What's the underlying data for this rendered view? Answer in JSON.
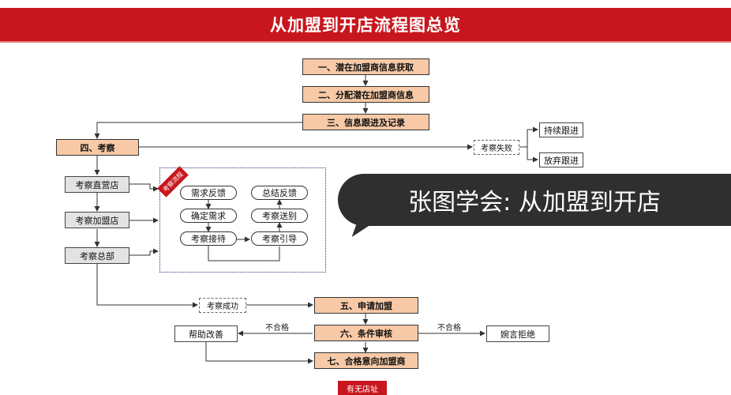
{
  "title": "从加盟到开店流程图总览",
  "steps": {
    "s1": "一、潜在加盟商信息获取",
    "s2": "二、分配潜在加盟商信息",
    "s3": "三、信息跟进及记录",
    "s4": "四、考察",
    "s5": "五、申请加盟",
    "s6": "六、条件审核",
    "s7": "七、合格意向加盟商"
  },
  "visits": {
    "direct": "考察直营店",
    "franchise": "考察加盟店",
    "hq": "考察总部"
  },
  "process": {
    "stamp": "考察流程",
    "needs_feedback": "需求反馈",
    "confirm_needs": "确定需求",
    "reception": "考察接待",
    "summary_feedback": "总结反馈",
    "farewell": "考察送别",
    "guide": "考察引导"
  },
  "branches": {
    "fail": "考察失败",
    "keep_follow": "持续跟进",
    "give_up": "放弃跟进",
    "success": "考察成功",
    "help": "帮助改善",
    "decline": "婉言拒绝",
    "not_qualified_left": "不合格",
    "not_qualified_right": "不合格"
  },
  "overlay_caption": "张图学会: 从加盟到开店",
  "bottom_tag": "有无店址",
  "colors": {
    "banner": "#c8161e",
    "step_fill": "#f7c9a6",
    "gray_fill": "#e3e3e3",
    "panel_border": "#1f3b73"
  }
}
